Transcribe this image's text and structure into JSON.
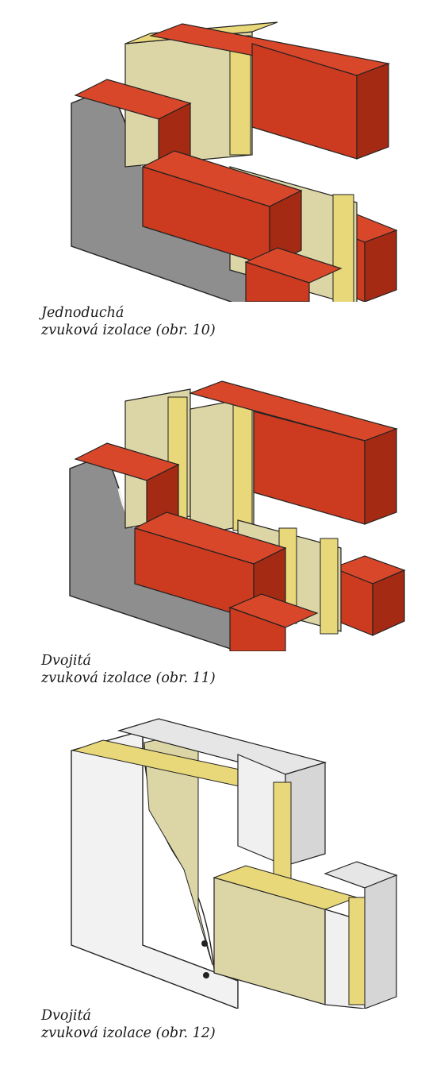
{
  "figures": [
    {
      "id": "obr10",
      "caption_line1": "Jednoduchá",
      "caption_line2": "zvuková izolace (obr. 10)",
      "insulation_layers": 1,
      "masonry": "ceramic-block"
    },
    {
      "id": "obr11",
      "caption_line1": "Dvojitá",
      "caption_line2": "zvuková izolace (obr. 11)",
      "insulation_layers": 2,
      "masonry": "ceramic-block"
    },
    {
      "id": "obr12",
      "caption_line1": "Dvojitá",
      "caption_line2": "zvuková izolace (obr. 12)",
      "insulation_layers": 2,
      "masonry": "aerated-block"
    }
  ],
  "colors": {
    "brick_top": "#d9472a",
    "brick_front": "#cc3a1f",
    "brick_side": "#a52a14",
    "plaster_dark": "#8e8e8e",
    "plaster_light": "#f2f2f2",
    "insulation_face": "#dcd6a7",
    "insulation_fiber": "#e8d87a",
    "aerated_block": "#e6e6e6",
    "outline": "#222222"
  }
}
